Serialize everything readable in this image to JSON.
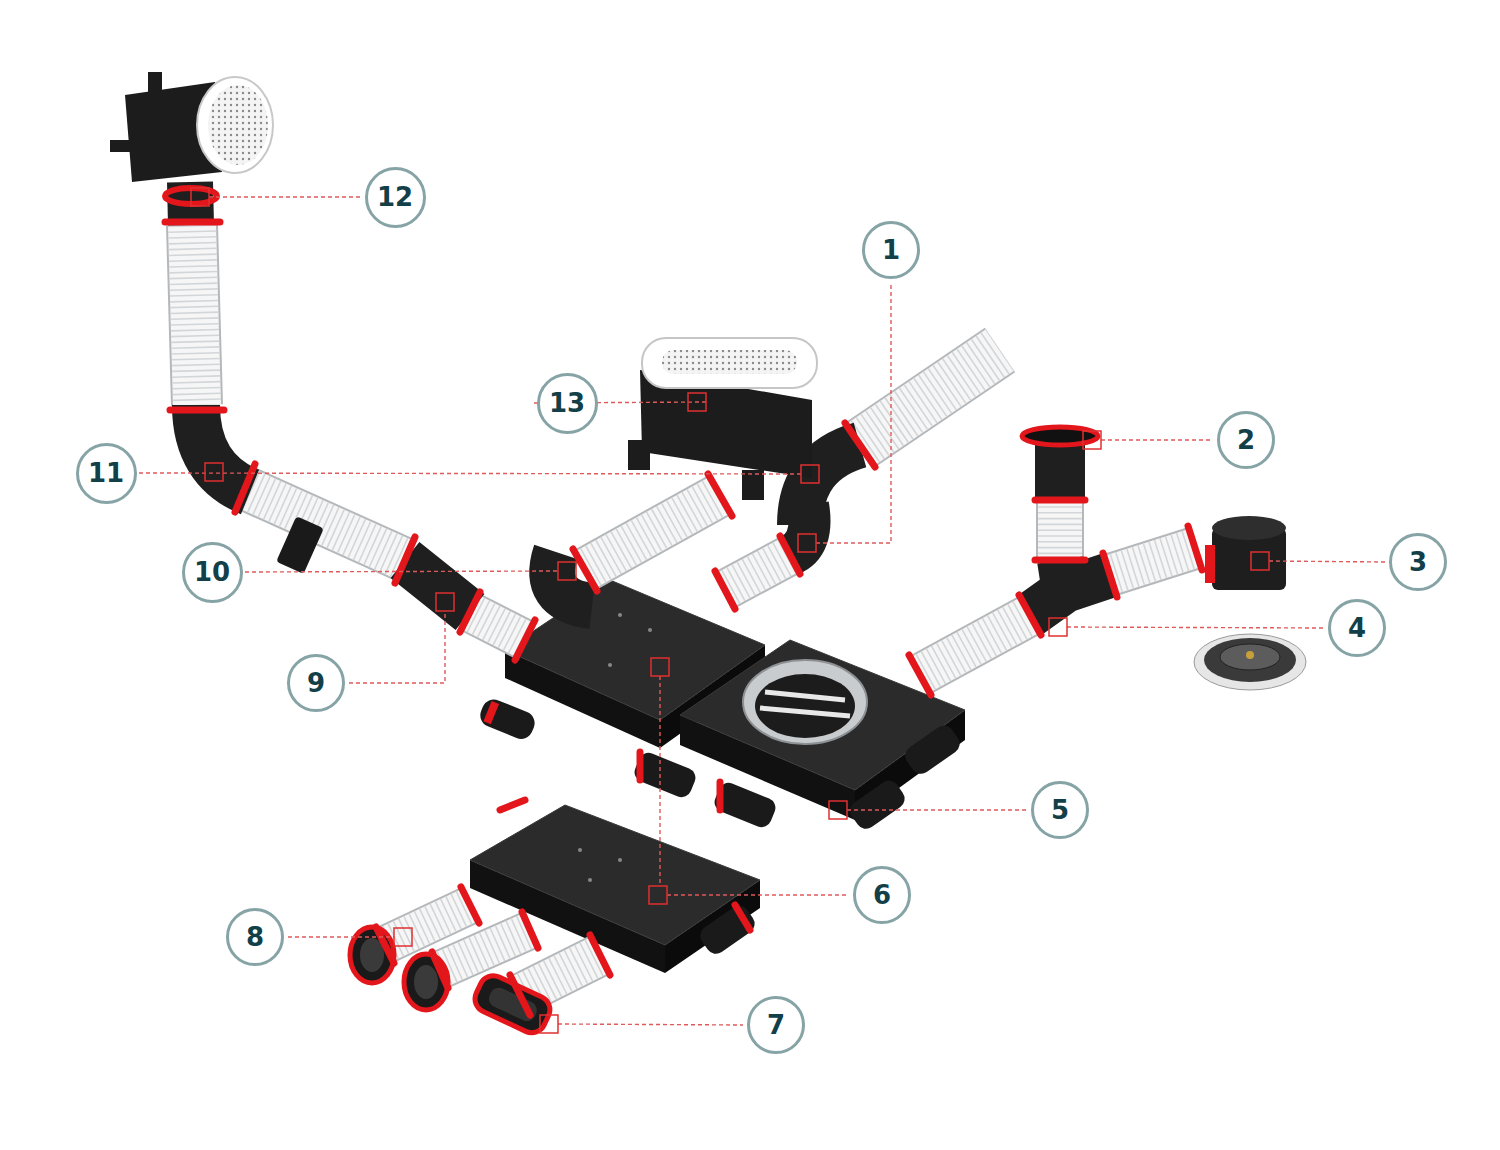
{
  "diagram": {
    "nodes": [
      {
        "text": [
          "12"
        ]
      },
      {
        "text": [
          "1"
        ]
      },
      {
        "text": [
          "13"
        ]
      },
      {
        "text": [
          "2"
        ]
      },
      {
        "text": [
          "11"
        ]
      },
      {
        "text": [
          "3"
        ]
      },
      {
        "text": [
          "10"
        ]
      },
      {
        "text": [
          "4"
        ]
      },
      {
        "text": [
          "9"
        ]
      },
      {
        "text": [
          "5"
        ]
      },
      {
        "text": [
          "6"
        ]
      },
      {
        "text": [
          "8"
        ]
      },
      {
        "text": [
          "7"
        ]
      }
    ]
  }
}
